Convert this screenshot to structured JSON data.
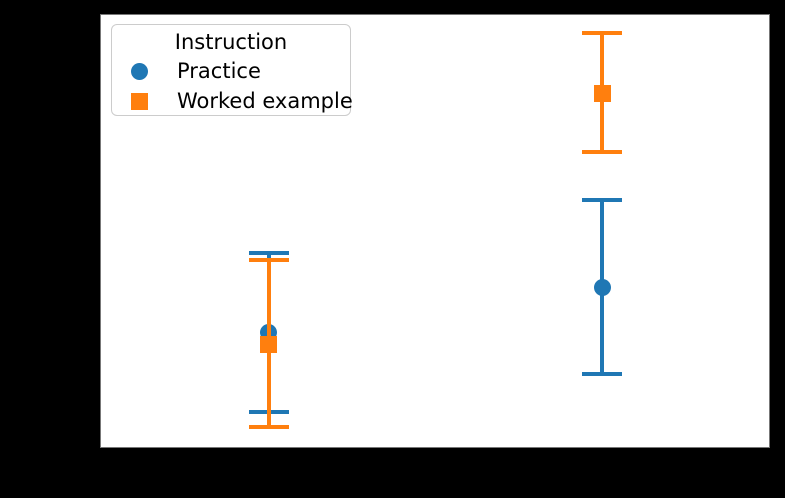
{
  "figure": {
    "background": "#000000",
    "plot_background": "#ffffff"
  },
  "legend": {
    "title": "Instruction",
    "items": [
      {
        "label": "Practice",
        "marker": "circle",
        "color": "#1f77b4"
      },
      {
        "label": "Worked example",
        "marker": "square",
        "color": "#ff7f0e"
      }
    ]
  },
  "chart_data": {
    "type": "errorbar",
    "legend_title": "Instruction",
    "series": [
      "Practice",
      "Worked example"
    ],
    "legend_position": "upper left",
    "grid": false,
    "axis_tick_labels_visible": false,
    "units": "fractions of the plot area (0 = bottom/left edge, 1 = top/right edge); axis tick labels and axis titles are not visible in the screenshot",
    "category_x_fractions": [
      0.251,
      0.75
    ],
    "style": {
      "line_width": 4,
      "cap_width": 40,
      "cap_thickness": 4,
      "marker_size": 17
    },
    "points": [
      {
        "series": "Practice",
        "marker": "circle",
        "color": "#1f77b4",
        "x_frac": 0.251,
        "y_center_frac": 0.265,
        "y_upper_frac": 0.449,
        "y_lower_frac": 0.081
      },
      {
        "series": "Worked example",
        "marker": "square",
        "color": "#ff7f0e",
        "x_frac": 0.251,
        "y_center_frac": 0.237,
        "y_upper_frac": 0.433,
        "y_lower_frac": 0.046
      },
      {
        "series": "Practice",
        "marker": "circle",
        "color": "#1f77b4",
        "x_frac": 0.75,
        "y_center_frac": 0.369,
        "y_upper_frac": 0.571,
        "y_lower_frac": 0.168
      },
      {
        "series": "Worked example",
        "marker": "square",
        "color": "#ff7f0e",
        "x_frac": 0.75,
        "y_center_frac": 0.818,
        "y_upper_frac": 0.959,
        "y_lower_frac": 0.682
      }
    ]
  }
}
